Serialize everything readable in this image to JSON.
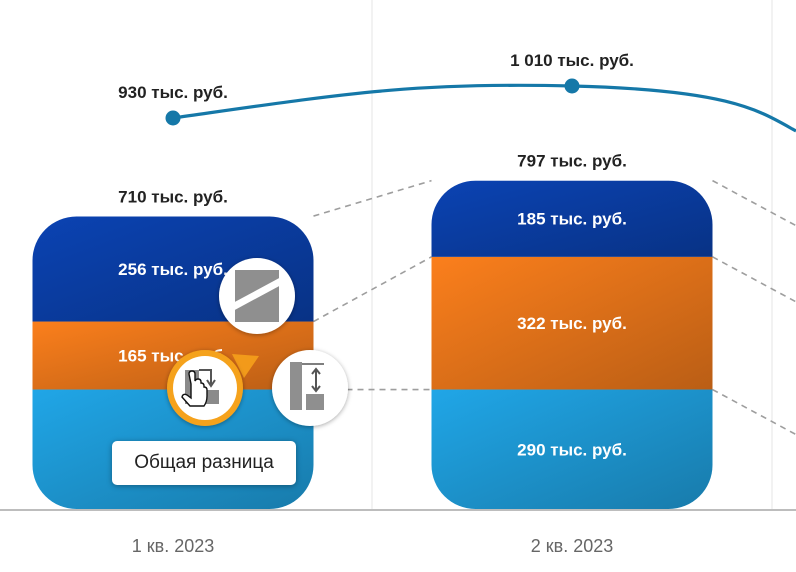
{
  "chart_data": {
    "type": "bar",
    "stacked": true,
    "categories": [
      "1 кв. 2023",
      "2 кв. 2023"
    ],
    "unit_suffix": " тыс. руб.",
    "series": [
      {
        "values": [
          290,
          290
        ],
        "labels": [
          "",
          "290 тыс. руб."
        ],
        "color": "#1e9ad6"
      },
      {
        "values": [
          165,
          322
        ],
        "labels": [
          "165 тыс. руб.",
          "322 тыс. руб."
        ],
        "color": "#e8761a"
      },
      {
        "values": [
          256,
          185
        ],
        "labels": [
          "256 тыс. руб.",
          "185 тыс. руб."
        ],
        "color": "#0a3ea6"
      }
    ],
    "totals": {
      "values": [
        710,
        797
      ],
      "labels": [
        "710 тыс. руб.",
        "797 тыс. руб."
      ]
    },
    "line": {
      "values": [
        930,
        1010
      ],
      "labels": [
        "930 тыс. руб.",
        "1 010 тыс. руб."
      ],
      "color": "#1578a8"
    },
    "grid": {
      "vertical": true
    },
    "connectors": {
      "style": "dashed",
      "color": "#9e9e9e"
    }
  },
  "widget": {
    "tooltip": "Общая разница",
    "tools": [
      {
        "icon": "stack-difference-icon"
      },
      {
        "icon": "slash-split-icon"
      },
      {
        "icon": "vertical-gap-icon"
      }
    ]
  }
}
